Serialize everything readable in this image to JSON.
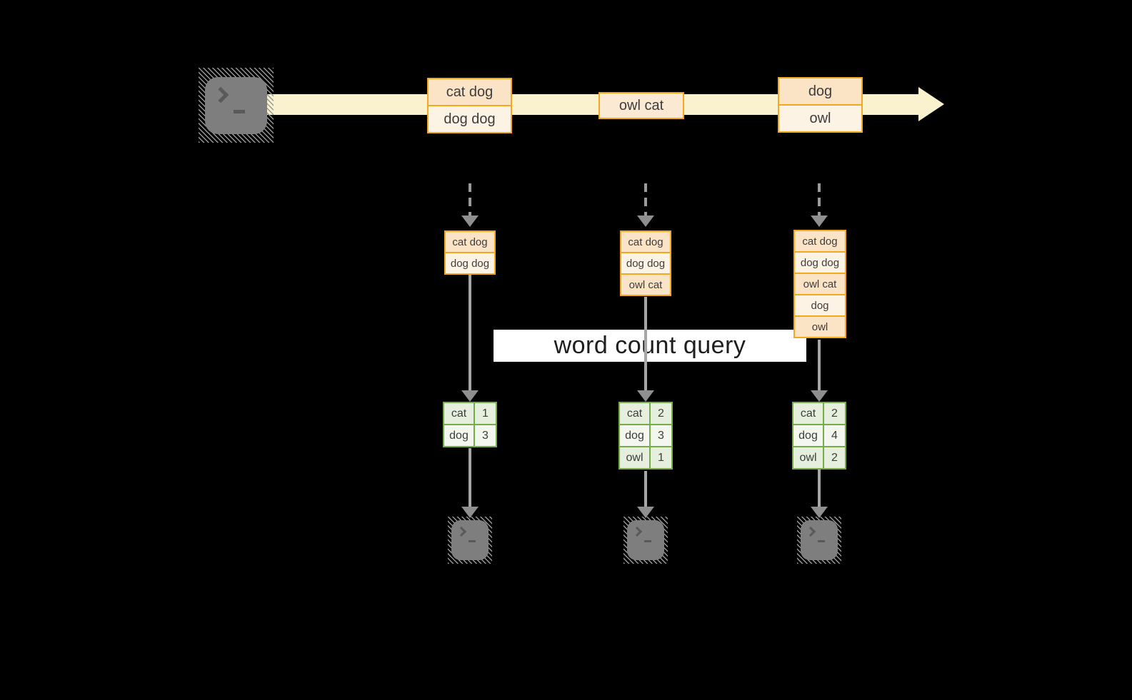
{
  "query": {
    "label": "word count query"
  },
  "stream": {
    "batches": [
      {
        "records": [
          "cat dog",
          "dog dog"
        ]
      },
      {
        "records": [
          "owl cat"
        ]
      },
      {
        "records": [
          "dog",
          "owl"
        ]
      }
    ]
  },
  "columns": [
    {
      "buffer": [
        "cat dog",
        "dog dog"
      ],
      "counts": [
        {
          "word": "cat",
          "count": "1"
        },
        {
          "word": "dog",
          "count": "3"
        }
      ]
    },
    {
      "buffer": [
        "cat dog",
        "dog dog",
        "owl cat"
      ],
      "counts": [
        {
          "word": "cat",
          "count": "2"
        },
        {
          "word": "dog",
          "count": "3"
        },
        {
          "word": "owl",
          "count": "1"
        }
      ]
    },
    {
      "buffer": [
        "cat dog",
        "dog dog",
        "owl cat",
        "dog",
        "owl"
      ],
      "counts": [
        {
          "word": "cat",
          "count": "2"
        },
        {
          "word": "dog",
          "count": "4"
        },
        {
          "word": "owl",
          "count": "2"
        }
      ]
    }
  ],
  "icons": {
    "producer": "terminal-icon",
    "consumers": "terminal-icon",
    "stream_head": "arrow-right-icon",
    "flow_arrows": "arrow-down-icon"
  },
  "colors": {
    "background": "#000000",
    "stream_band": "#FAF1CE",
    "record_border": "#F2A91F",
    "record_fill_dark": "#FBE3C6",
    "record_fill_light": "#FDF3E4",
    "record_fill_mid": "#FCE9D3",
    "table_border": "#76AD4B",
    "table_fill_dark": "#E6EEDD",
    "table_fill_light": "#F3F7EE",
    "query_band": "#FFFFFF",
    "arrow_gray": "#A6A6A6",
    "terminal_gray": "#7E7E7E",
    "text": "#3D3D3D"
  }
}
